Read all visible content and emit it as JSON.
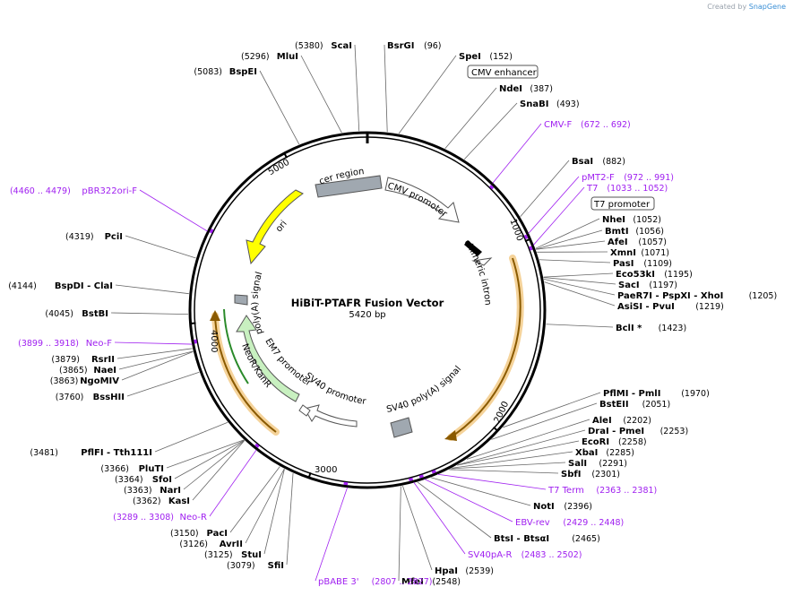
{
  "credit": {
    "prefix": "Created by",
    "brand": "SnapGene"
  },
  "plasmid": {
    "name": "HiBiT-PTAFR Fusion Vector",
    "length_label": "5420 bp",
    "length": 5420
  },
  "ticks": [
    "1000",
    "2000",
    "3000",
    "4000",
    "5000"
  ],
  "sites": [
    {
      "name": "ScaI",
      "pos": "(5380)"
    },
    {
      "name": "MluI",
      "pos": "(5296)"
    },
    {
      "name": "BspEI",
      "pos": "(5083)"
    },
    {
      "name": "BsrGI",
      "pos": "(96)"
    },
    {
      "name": "SpeI",
      "pos": "(152)"
    },
    {
      "name": "NdeI",
      "pos": "(387)"
    },
    {
      "name": "SnaBI",
      "pos": "(493)"
    },
    {
      "name": "BsaI",
      "pos": "(882)"
    },
    {
      "name": "NheI",
      "pos": "(1052)"
    },
    {
      "name": "BmtI",
      "pos": "(1056)"
    },
    {
      "name": "AfeI",
      "pos": "(1057)"
    },
    {
      "name": "XmnI",
      "pos": "(1071)"
    },
    {
      "name": "PasI",
      "pos": "(1109)"
    },
    {
      "name": "Eco53kI",
      "pos": "(1195)"
    },
    {
      "name": "SacI",
      "pos": "(1197)"
    },
    {
      "name": "PaeR7I - PspXI - XhoI",
      "pos": "(1205)"
    },
    {
      "name": "AsiSI - PvuI",
      "pos": "(1219)"
    },
    {
      "name": "BclI *",
      "pos": "(1423)"
    },
    {
      "name": "PflMI - PmlI",
      "pos": "(1970)"
    },
    {
      "name": "BstEII",
      "pos": "(2051)"
    },
    {
      "name": "AleI",
      "pos": "(2202)"
    },
    {
      "name": "DraI - PmeI",
      "pos": "(2253)"
    },
    {
      "name": "EcoRI",
      "pos": "(2258)"
    },
    {
      "name": "XbaI",
      "pos": "(2285)"
    },
    {
      "name": "SalI",
      "pos": "(2291)"
    },
    {
      "name": "SbfI",
      "pos": "(2301)"
    },
    {
      "name": "NotI",
      "pos": "(2396)"
    },
    {
      "name": "BtsI - BtsαI",
      "pos": "(2465)"
    },
    {
      "name": "HpaI",
      "pos": "(2539)"
    },
    {
      "name": "MfeI",
      "pos": "(2548)"
    },
    {
      "name": "SfiI",
      "pos": "(3079)"
    },
    {
      "name": "StuI",
      "pos": "(3125)"
    },
    {
      "name": "AvrII",
      "pos": "(3126)"
    },
    {
      "name": "PacI",
      "pos": "(3150)"
    },
    {
      "name": "KasI",
      "pos": "(3362)"
    },
    {
      "name": "NarI",
      "pos": "(3363)"
    },
    {
      "name": "SfoI",
      "pos": "(3364)"
    },
    {
      "name": "PluTI",
      "pos": "(3366)"
    },
    {
      "name": "PflFI - Tth111I",
      "pos": "(3481)"
    },
    {
      "name": "BssHII",
      "pos": "(3760)"
    },
    {
      "name": "NgoMIV",
      "pos": "(3863)"
    },
    {
      "name": "NaeI",
      "pos": "(3865)"
    },
    {
      "name": "RsrII",
      "pos": "(3879)"
    },
    {
      "name": "BstBI",
      "pos": "(4045)"
    },
    {
      "name": "BspDI - ClaI",
      "pos": "(4144)"
    },
    {
      "name": "PciI",
      "pos": "(4319)"
    }
  ],
  "primers": [
    {
      "name": "CMV-F",
      "pos": "(672 .. 692)"
    },
    {
      "name": "pMT2-F",
      "pos": "(972 .. 991)"
    },
    {
      "name": "T7",
      "pos": "(1033 .. 1052)"
    },
    {
      "name": "T7 Term",
      "pos": "(2363 .. 2381)"
    },
    {
      "name": "EBV-rev",
      "pos": "(2429 .. 2448)"
    },
    {
      "name": "SV40pA-R",
      "pos": "(2483 .. 2502)"
    },
    {
      "name": "pBABE 3'",
      "pos": "(2807 .. 2827)"
    },
    {
      "name": "Neo-R",
      "pos": "(3289 .. 3308)"
    },
    {
      "name": "Neo-F",
      "pos": "(3899 .. 3918)"
    },
    {
      "name": "pBR322ori-F",
      "pos": "(4460 .. 4479)"
    }
  ],
  "boxed_features": [
    "CMV enhancer",
    "T7 promoter"
  ],
  "features": [
    "CMV promoter",
    "chimeric intron",
    "SV40 poly(A) signal",
    "SV40 promoter",
    "EM7 promoter",
    "NeoR/KanR",
    "poly(A) signal",
    "ori",
    "cer region"
  ],
  "colors": {
    "backbone": "#000000",
    "primer": "#a020f0",
    "cds_orange": "#f0b000",
    "ori_yellow": "#ffff00",
    "neo_green": "#c8f0c0",
    "gray_box": "#a0a8b0"
  }
}
